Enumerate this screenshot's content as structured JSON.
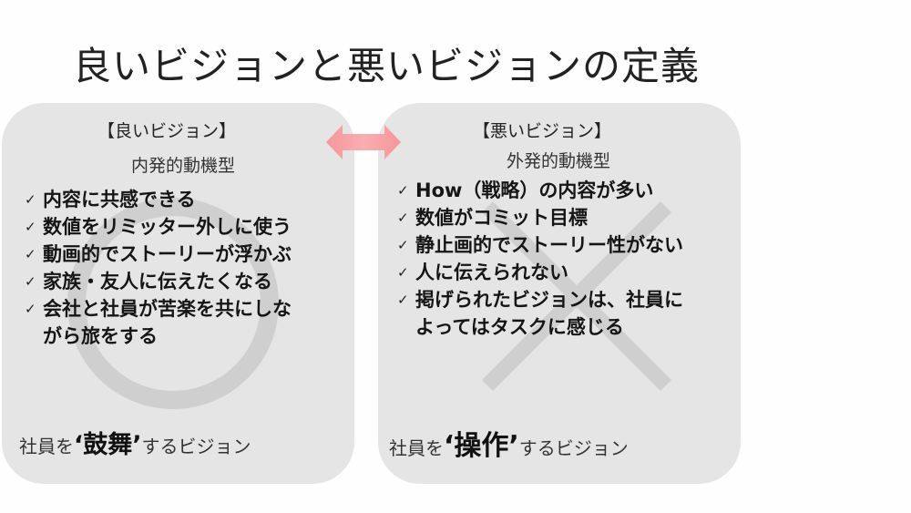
{
  "slide": {
    "title": "良いビジョンと悪いビジョンの定義",
    "colors": {
      "panel_bg": "#e6e5e6",
      "watermark": "#cfcfcf",
      "arrow": "#f7a3a6",
      "text": "#151515"
    },
    "arrow_icon": "double-headed-arrow",
    "good": {
      "heading": "【良いビジョン】",
      "subheading": "内発的動機型",
      "watermark_icon": "circle-mark",
      "check_glyph": "✓",
      "items": [
        {
          "text": "内容に共感できる"
        },
        {
          "text": "数値をリミッター外しに使う"
        },
        {
          "text": "動画的でストーリーが浮かぶ"
        },
        {
          "text": "家族・友人に伝えたくなる"
        },
        {
          "text": "会社と社員が苦楽を共にしな",
          "continuation": "がら旅をする"
        }
      ],
      "footer": {
        "prefix": "社員を",
        "emphasis": "‘鼓舞’",
        "suffix": "するビジョン"
      }
    },
    "bad": {
      "heading": "【悪いビジョン】",
      "subheading": "外発的動機型",
      "watermark_icon": "cross-mark",
      "check_glyph": "✓",
      "items": [
        {
          "text": "How（戦略）の内容が多い"
        },
        {
          "text": "数値がコミット目標"
        },
        {
          "text": "静止画的でストーリー性がない"
        },
        {
          "text": "人に伝えられない"
        },
        {
          "text": "掲げられたビジョンは、社員に",
          "continuation": "よってはタスクに感じる"
        }
      ],
      "footer": {
        "prefix": "社員を",
        "emphasis": "‘操作’",
        "suffix": "するビジョン"
      }
    }
  }
}
